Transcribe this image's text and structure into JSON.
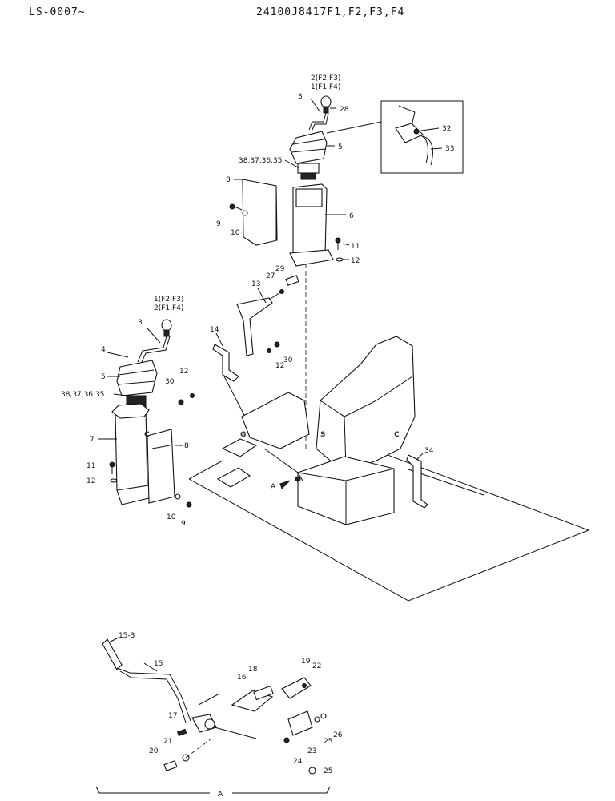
{
  "header": {
    "serial": "LS-0007~",
    "part_number": "24100J8417F1,F2,F3,F4"
  },
  "watermark": {
    "letters": [
      "C",
      "G",
      "S",
      "C"
    ],
    "colors": [
      "#5b9ae8",
      "#f28b82",
      "#fbdc6c",
      "#7fc79a"
    ]
  },
  "callouts": {
    "c2_f2f3": "2(F2,F3)",
    "c1_f1f4": "1(F1,F4)",
    "c3_top": "3",
    "c28": "28",
    "c32": "32",
    "c33": "33",
    "c5_top": "5",
    "c38_top": "38,37,36,35",
    "c8_top": "8",
    "c6": "6",
    "c9_top": "9",
    "c10_top": "10",
    "c11_top": "11",
    "c12_top": "12",
    "c29": "29",
    "c27": "27",
    "c13": "13",
    "c14": "14",
    "c30_right": "30",
    "c12_mid": "12",
    "c1_f2f3": "1(F2,F3)",
    "c2_f1f4": "2(F1,F4)",
    "c3_left": "3",
    "c4": "4",
    "c5_left": "5",
    "c38_left": "38,37,36,35",
    "c30_left": "30",
    "c12_left_top": "12",
    "c7": "7",
    "c8_left": "8",
    "c11_left": "11",
    "c12_left": "12",
    "c10_left": "10",
    "c9_left": "9",
    "c34": "34",
    "arrow_a": "A",
    "c15_3": "15-3",
    "c15": "15",
    "c18": "18",
    "c16": "16",
    "c19": "19",
    "c22": "22",
    "c17": "17",
    "c21": "21",
    "c20": "20",
    "c26": "26",
    "c25_a": "25",
    "c23": "23",
    "c24": "24",
    "c25_b": "25",
    "detail_a": "A"
  }
}
